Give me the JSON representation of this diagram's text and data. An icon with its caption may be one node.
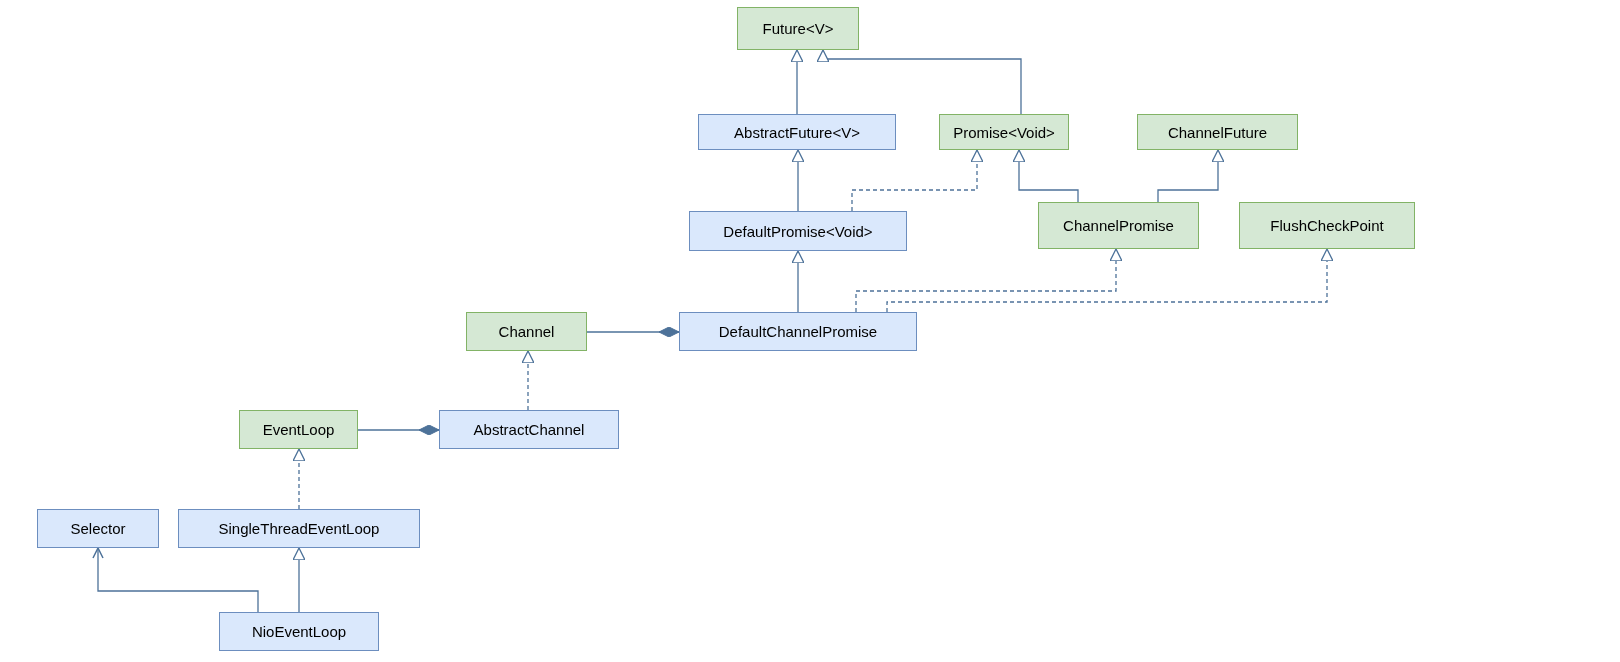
{
  "diagram": {
    "nodes": [
      {
        "text": [
          "Future<V>"
        ]
      },
      {
        "text": [
          "AbstractFuture<V>"
        ]
      },
      {
        "text": [
          "Promise<Void>"
        ]
      },
      {
        "text": [
          "ChannelFuture"
        ]
      },
      {
        "text": [
          "DefaultPromise<Void>"
        ]
      },
      {
        "text": [
          "ChannelPromise"
        ]
      },
      {
        "text": [
          "FlushCheckPoint"
        ]
      },
      {
        "text": [
          "Channel"
        ]
      },
      {
        "text": [
          "DefaultChannelPromise"
        ]
      },
      {
        "text": [
          "EventLoop"
        ]
      },
      {
        "text": [
          "AbstractChannel"
        ]
      },
      {
        "text": [
          "Selector"
        ]
      },
      {
        "text": [
          "SingleThreadEventLoop"
        ]
      },
      {
        "text": [
          "NioEventLoop"
        ]
      }
    ],
    "edges": [
      {
        "from": 1,
        "to": 0,
        "arrow": "to"
      },
      {
        "from": 2,
        "to": 0,
        "arrow": "to"
      },
      {
        "from": 4,
        "to": 1,
        "arrow": "to"
      },
      {
        "from": 4,
        "to": 2,
        "arrow": "to",
        "style": "dashed"
      },
      {
        "from": 5,
        "to": 2,
        "arrow": "to"
      },
      {
        "from": 5,
        "to": 3,
        "arrow": "to"
      },
      {
        "from": 8,
        "to": 4,
        "arrow": "to"
      },
      {
        "from": 8,
        "to": 5,
        "arrow": "to",
        "style": "dashed"
      },
      {
        "from": 8,
        "to": 6,
        "arrow": "to",
        "style": "dashed"
      },
      {
        "from": 7,
        "to": 8,
        "arrow": "other"
      },
      {
        "from": 10,
        "to": 7,
        "arrow": "to",
        "style": "dashed"
      },
      {
        "from": 9,
        "to": 10,
        "arrow": "other"
      },
      {
        "from": 12,
        "to": 9,
        "arrow": "to",
        "style": "dashed"
      },
      {
        "from": 13,
        "to": 12,
        "arrow": "to"
      },
      {
        "from": 13,
        "to": 11,
        "arrow": "to"
      }
    ]
  }
}
